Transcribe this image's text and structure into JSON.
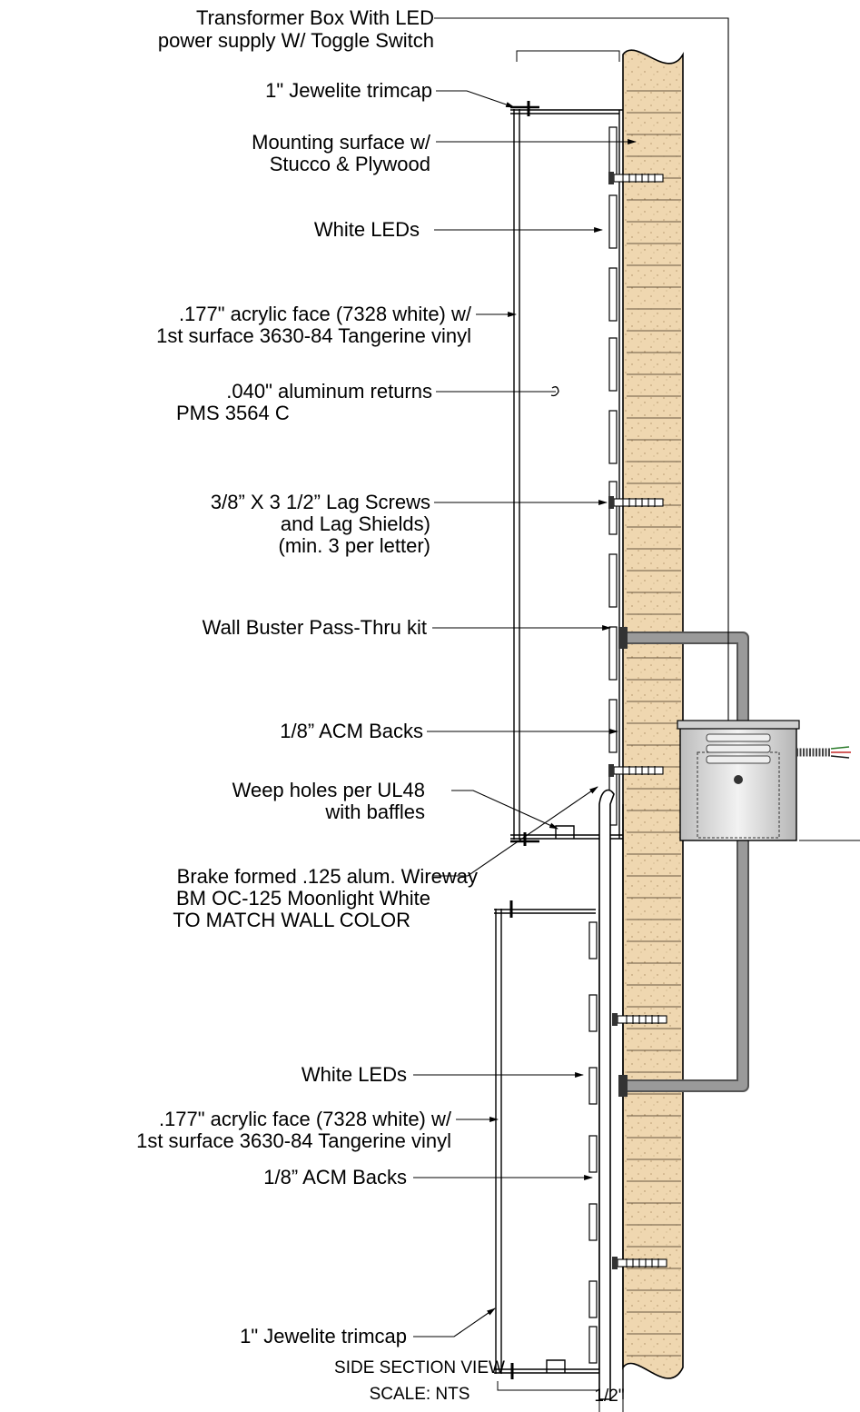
{
  "labels": {
    "transformer_l1": "Transformer Box With LED",
    "transformer_l2": "power supply W/ Toggle Switch",
    "trimcap_top": "1\" Jewelite trimcap",
    "mounting_l1": "Mounting surface w/",
    "mounting_l2": "Stucco & Plywood",
    "leds_top": "White LEDs",
    "acrylic_top_l1": ".177\" acrylic face (7328 white) w/",
    "acrylic_top_l2": "1st surface 3630-84 Tangerine vinyl",
    "returns_l1": ".040\" aluminum returns",
    "returns_l2": "PMS 3564 C",
    "lag_l1": "3/8” X 3 1/2” Lag Screws",
    "lag_l2": "and Lag Shields)",
    "lag_l3": "(min. 3 per letter)",
    "wallbuster": "Wall Buster Pass-Thru kit",
    "acm_top": "1/8” ACM Backs",
    "weep_l1": "Weep holes per UL48",
    "weep_l2": "with baffles",
    "wireway_l1": "Brake formed .125 alum. Wireway",
    "wireway_l2": "BM OC-125 Moonlight White",
    "wireway_l3": "TO MATCH WALL COLOR",
    "leds_bottom": "White LEDs",
    "acrylic_bot_l1": ".177\" acrylic face (7328 white) w/",
    "acrylic_bot_l2": "1st surface 3630-84 Tangerine vinyl",
    "acm_bottom": "1/8” ACM Backs",
    "trimcap_bottom": "1\" Jewelite trimcap",
    "dim_half": "1/2\""
  },
  "caption": {
    "title": "SIDE SECTION VIEW",
    "scale": "SCALE: NTS"
  },
  "colors": {
    "stucco": "#efd7b0",
    "conduit": "#8a8a8a",
    "box": "#d9d9d9",
    "line": "#000000"
  }
}
